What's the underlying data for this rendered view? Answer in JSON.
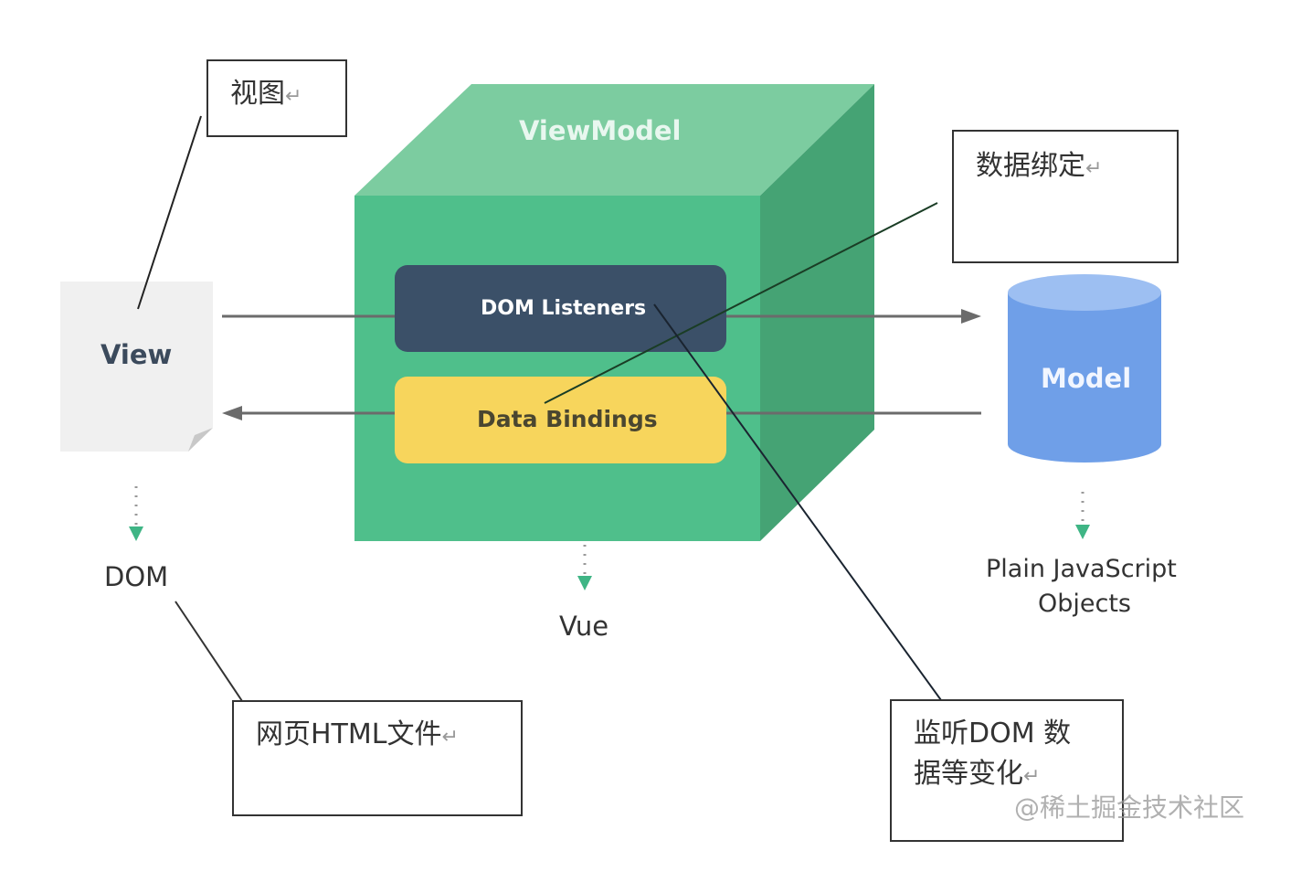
{
  "diagram": {
    "viewmodel": {
      "title": "ViewModel",
      "color_front": "#4fbf8b",
      "color_top": "#7ccca0",
      "color_side": "#45a374"
    },
    "dom_listeners": {
      "label": "DOM Listeners",
      "color": "#3b5068"
    },
    "data_bindings": {
      "label": "Data Bindings",
      "color": "#f7d55c"
    },
    "view": {
      "label": "View",
      "color": "#f0f0f0",
      "text_color": "#3b4a5c"
    },
    "model": {
      "label": "Model",
      "color": "#6f9fe8",
      "top_color": "#9dbff2"
    },
    "captions": {
      "dom": "DOM",
      "vue": "Vue",
      "model_line1": "Plain JavaScript",
      "model_line2": "Objects"
    },
    "annotations": {
      "view": "视图",
      "data_binding": "数据绑定",
      "dom_html": "网页HTML文件",
      "listener_line1": "监听DOM 数",
      "listener_line2": "据等变化",
      "return_mark": "↵"
    },
    "watermark": "@稀土掘金技术社区",
    "arrow_color": "#6b6b6b",
    "dotted_arrow_color": "#3fb585"
  }
}
